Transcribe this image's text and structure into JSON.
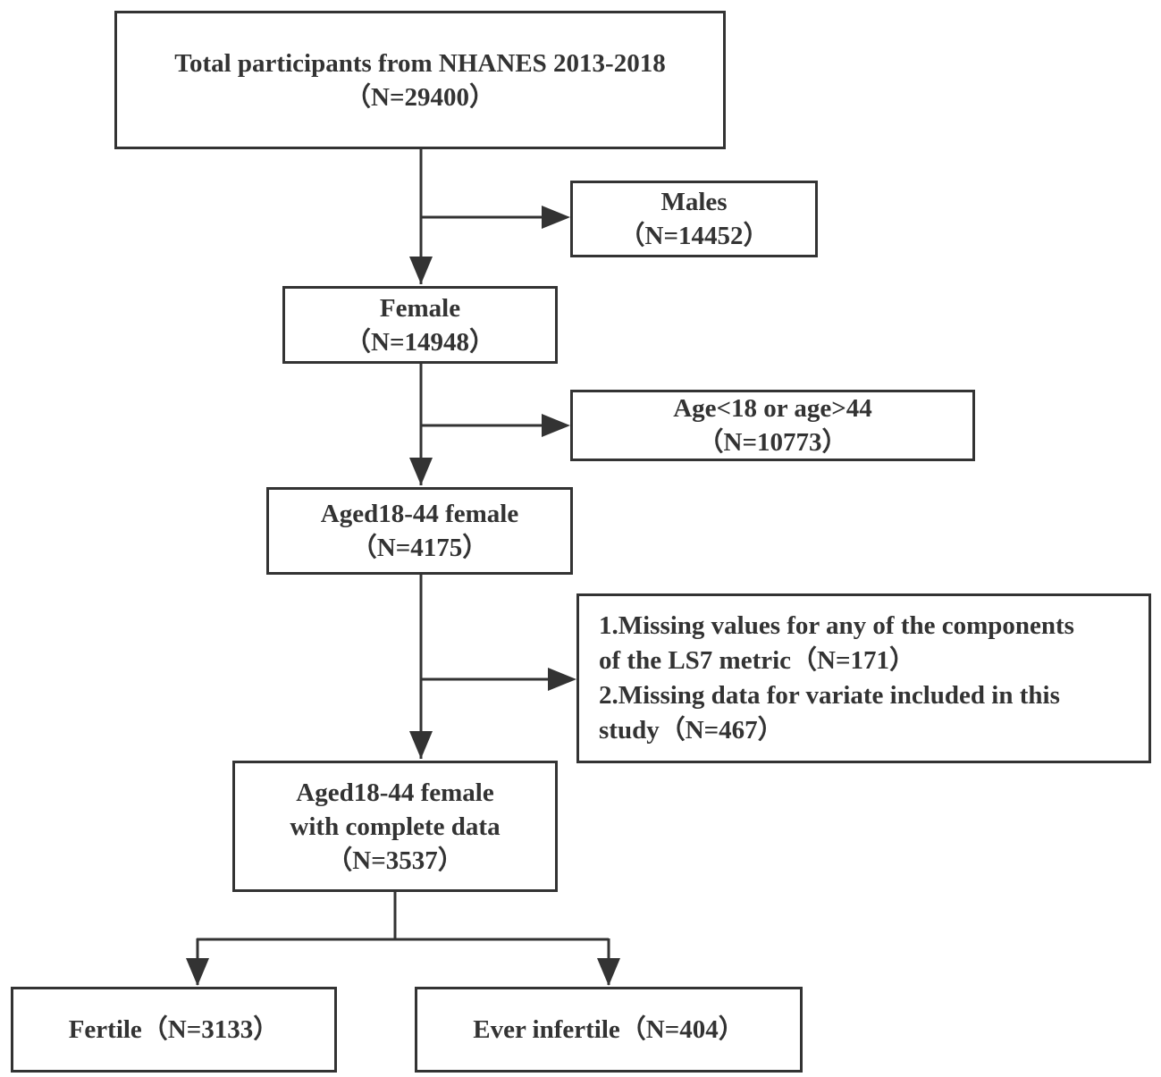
{
  "boxes": {
    "total": {
      "lines": [
        "Total participants from NHANES 2013-2018",
        "（N=29400）"
      ]
    },
    "males": {
      "lines": [
        "Males",
        "（N=14452）"
      ]
    },
    "female": {
      "lines": [
        "Female",
        "（N=14948）"
      ]
    },
    "age_excl": {
      "lines": [
        "Age<18 or age>44",
        "（N=10773）"
      ]
    },
    "aged": {
      "lines": [
        "Aged18-44 female",
        "（N=4175）"
      ]
    },
    "missing": {
      "lines": [
        "1.Missing values for any of the components",
        "of the LS7 metric（N=171）",
        "2.Missing data for variate included in this",
        "study（N=467）"
      ]
    },
    "complete": {
      "lines": [
        "Aged18-44 female",
        "with complete data",
        "（N=3537）"
      ]
    },
    "fertile": {
      "lines": [
        "Fertile（N=3133）"
      ]
    },
    "infertile": {
      "lines": [
        "Ever infertile（N=404）"
      ]
    }
  },
  "colors": {
    "line": "#333333",
    "box_border": "#333333",
    "text": "#333333",
    "background": "#ffffff"
  }
}
